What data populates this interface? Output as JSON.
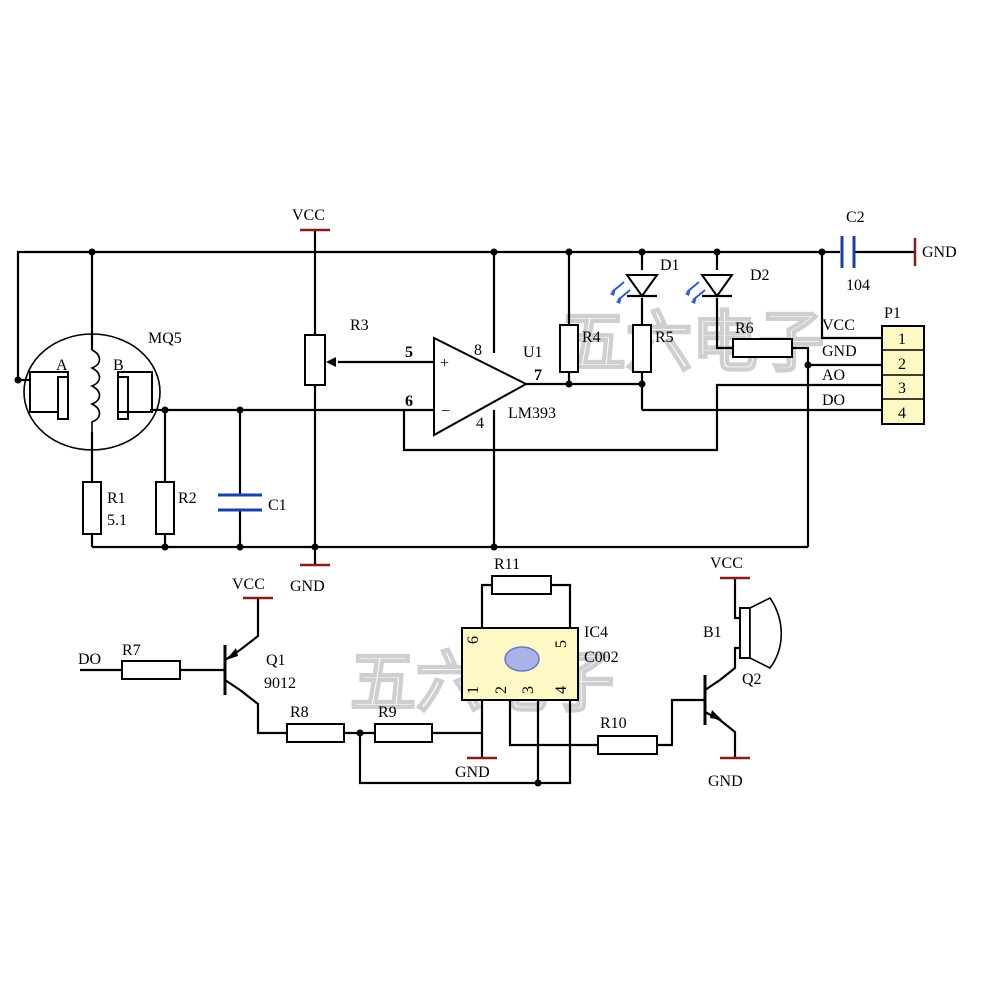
{
  "labels": {
    "vcc": "VCC",
    "gnd": "GND",
    "mq5": "MQ5",
    "sensor_a": "A",
    "sensor_b": "B",
    "r1": "R1",
    "r1_value": "5.1",
    "r2": "R2",
    "c1": "C1",
    "r3": "R3",
    "pin5": "5",
    "pin6": "6",
    "pin7": "7",
    "pin8": "8",
    "pin4": "4",
    "plus": "+",
    "minus": "−",
    "u1": "U1",
    "lm393": "LM393",
    "r4": "R4",
    "r5": "R5",
    "r6": "R6",
    "d1": "D1",
    "d2": "D2",
    "c2": "C2",
    "c2_value": "104",
    "p1": "P1",
    "p1_pins": [
      "1",
      "2",
      "3",
      "4"
    ],
    "p1_vcc": "VCC",
    "p1_gnd": "GND",
    "p1_ao": "AO",
    "p1_do": "DO",
    "do_in": "DO",
    "r7": "R7",
    "q1": "Q1",
    "q1_part": "9012",
    "r8": "R8",
    "r9": "R9",
    "r11": "R11",
    "ic4": "IC4",
    "ic4_part": "C002",
    "ic4_pins": [
      "6",
      "1",
      "2",
      "3",
      "4",
      "5"
    ],
    "r10": "R10",
    "b1": "B1",
    "q2": "Q2",
    "watermark_top": "五六电子",
    "watermark_bottom": "五六电子"
  },
  "colors": {
    "ic4_fill": "#fef8c5",
    "led_glow": "#2f5bd6",
    "ic4_dot": "#aab3e8"
  }
}
